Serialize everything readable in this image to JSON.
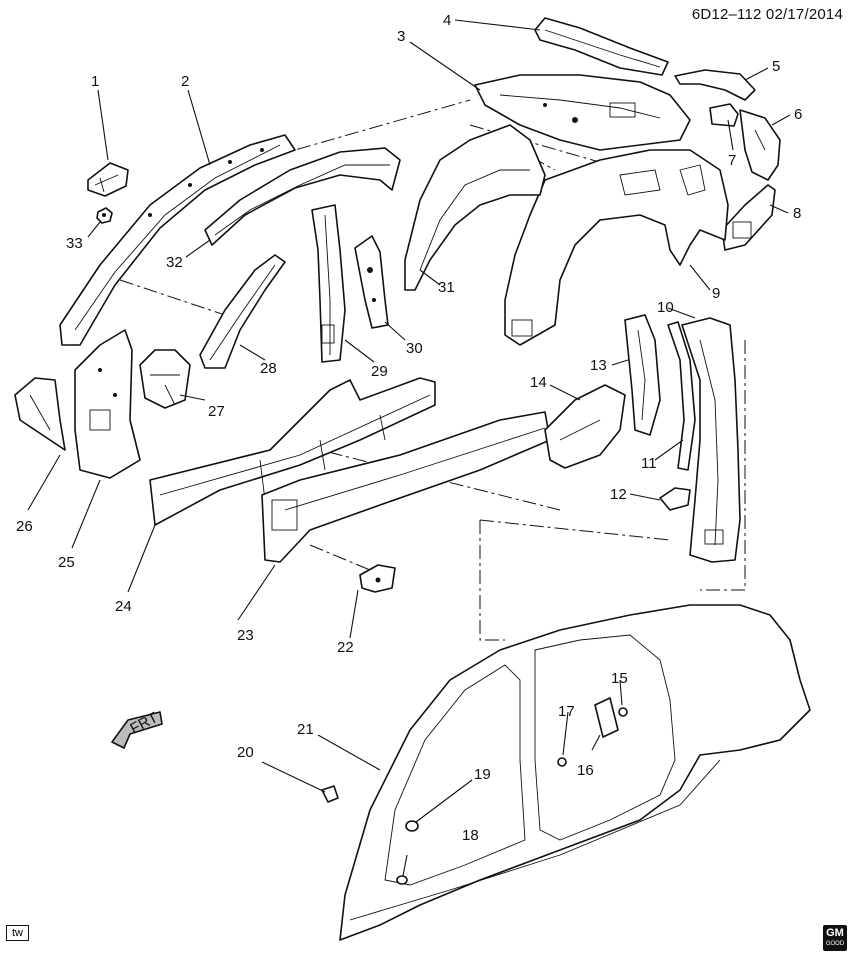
{
  "header": {
    "diagram_id": "6D12–112",
    "date": "02/17/2014"
  },
  "footer": {
    "tw_label": "tw",
    "logo_text": "GM",
    "logo_sub": "GOOD"
  },
  "front_indicator": "FRT",
  "callouts": [
    "1",
    "2",
    "3",
    "4",
    "5",
    "6",
    "7",
    "8",
    "9",
    "10",
    "11",
    "12",
    "13",
    "14",
    "15",
    "16",
    "17",
    "18",
    "19",
    "20",
    "21",
    "22",
    "23",
    "24",
    "25",
    "26",
    "27",
    "28",
    "29",
    "30",
    "31",
    "32",
    "33"
  ]
}
